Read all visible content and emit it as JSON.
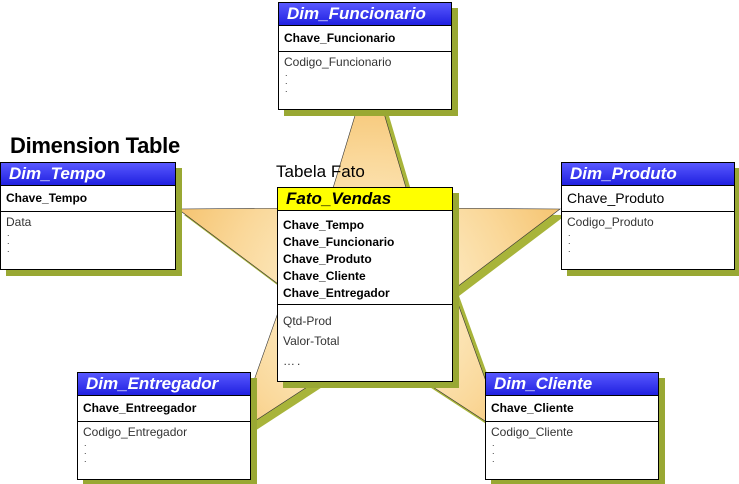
{
  "labels": {
    "dimension_table": "Dimension Table",
    "tabela_fato": "Tabela Fato"
  },
  "tables": {
    "funcionario": {
      "name": "Dim_Funcionario",
      "key": "Chave_Funcionario",
      "attribute": "Codigo_Funcionario"
    },
    "tempo": {
      "name": "Dim_Tempo",
      "key": "Chave_Tempo",
      "attribute": "Data"
    },
    "produto": {
      "name": "Dim_Produto",
      "key": "Chave_Produto",
      "attribute": "Codigo_Produto"
    },
    "entregador": {
      "name": "Dim_Entregador",
      "key": "Chave_Entreegador",
      "attribute": "Codigo_Entregador"
    },
    "cliente": {
      "name": "Dim_Cliente",
      "key": "Chave_Cliente",
      "attribute": "Codigo_Cliente"
    },
    "fato": {
      "name": "Fato_Vendas",
      "keys": [
        "Chave_Tempo",
        "Chave_Funcionario",
        "Chave_Produto",
        "Chave_Cliente",
        "Chave_Entregador"
      ],
      "measures": [
        "Qtd-Prod",
        "Valor-Total",
        "…."
      ]
    }
  },
  "colors": {
    "dimension_header": "#2e2ef0",
    "fact_header": "#ffff00",
    "star_fill": "#f7c168",
    "shadow": "#99a833"
  }
}
